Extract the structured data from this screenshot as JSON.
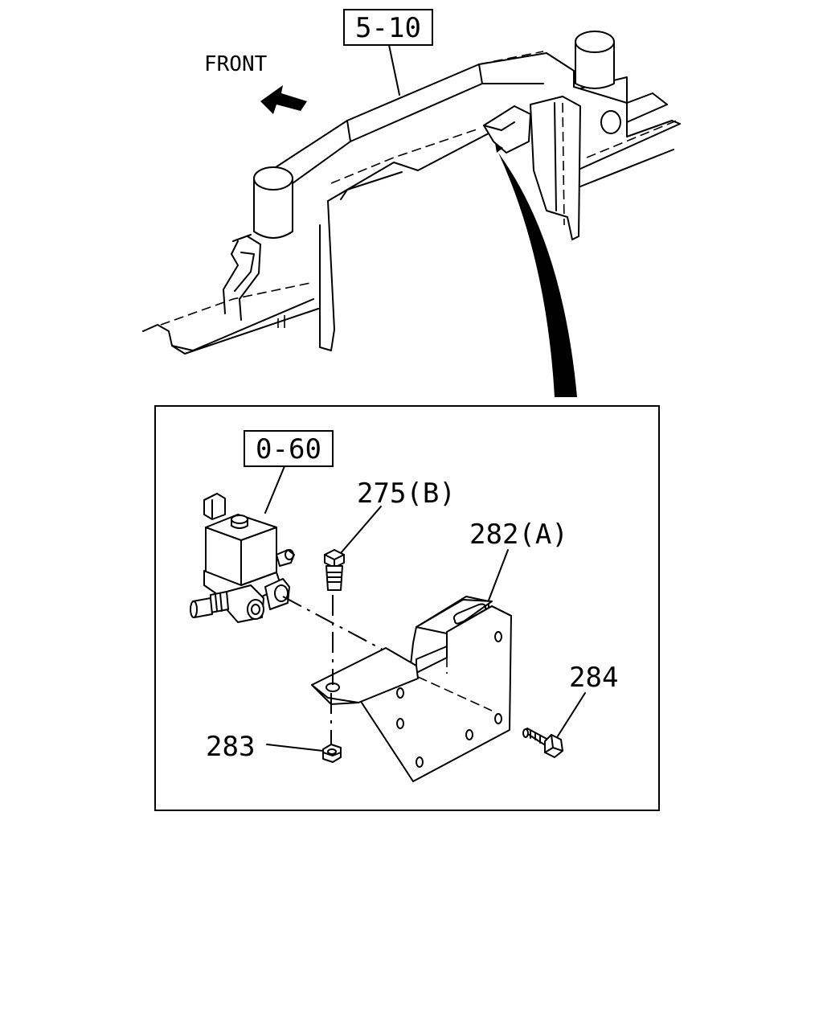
{
  "labels": {
    "front": "FRONT",
    "ref_frame": "5-10",
    "ref_valve": "0-60",
    "part_275": "275(B)",
    "part_282": "282(A)",
    "part_283": "283",
    "part_284": "284"
  },
  "icons": {
    "front_arrow": "arrow-left-icon"
  }
}
